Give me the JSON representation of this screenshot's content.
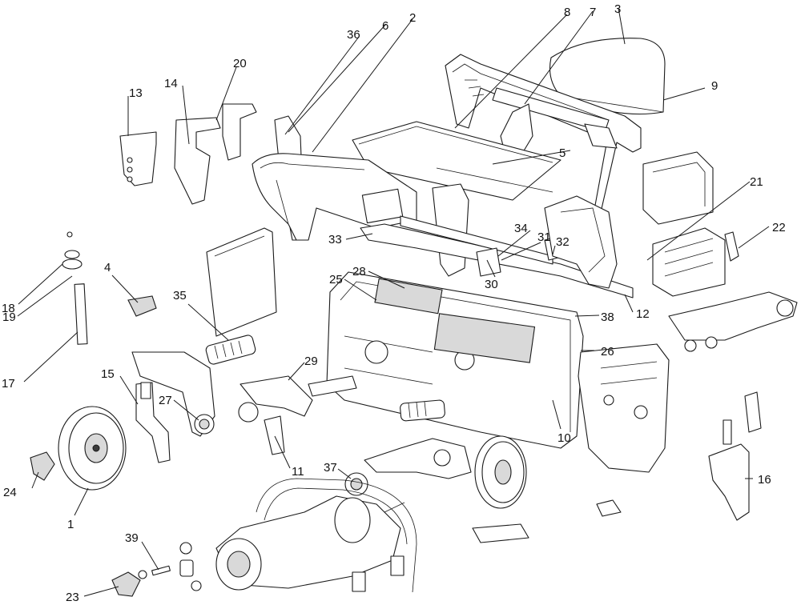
{
  "callouts": [
    {
      "id": "c1",
      "text": "1"
    },
    {
      "id": "c2",
      "text": "2"
    },
    {
      "id": "c3",
      "text": "3"
    },
    {
      "id": "c4",
      "text": "4"
    },
    {
      "id": "c5",
      "text": "5"
    },
    {
      "id": "c6",
      "text": "6"
    },
    {
      "id": "c7",
      "text": "7"
    },
    {
      "id": "c8",
      "text": "8"
    },
    {
      "id": "c9",
      "text": "9"
    },
    {
      "id": "c10",
      "text": "10"
    },
    {
      "id": "c11",
      "text": "11"
    },
    {
      "id": "c12",
      "text": "12"
    },
    {
      "id": "c13",
      "text": "13"
    },
    {
      "id": "c14",
      "text": "14"
    },
    {
      "id": "c15",
      "text": "15"
    },
    {
      "id": "c16",
      "text": "16"
    },
    {
      "id": "c17",
      "text": "17"
    },
    {
      "id": "c18",
      "text": "18"
    },
    {
      "id": "c19",
      "text": "19"
    },
    {
      "id": "c20",
      "text": "20"
    },
    {
      "id": "c21",
      "text": "21"
    },
    {
      "id": "c22",
      "text": "22"
    },
    {
      "id": "c23",
      "text": "23"
    },
    {
      "id": "c24",
      "text": "24"
    },
    {
      "id": "c25",
      "text": "25"
    },
    {
      "id": "c26",
      "text": "26"
    },
    {
      "id": "c27",
      "text": "27"
    },
    {
      "id": "c28",
      "text": "28"
    },
    {
      "id": "c29",
      "text": "29"
    },
    {
      "id": "c30",
      "text": "30"
    },
    {
      "id": "c31",
      "text": "31"
    },
    {
      "id": "c32",
      "text": "32"
    },
    {
      "id": "c33",
      "text": "33"
    },
    {
      "id": "c34",
      "text": "34"
    },
    {
      "id": "c35",
      "text": "35"
    },
    {
      "id": "c36",
      "text": "36"
    },
    {
      "id": "c37",
      "text": "37"
    },
    {
      "id": "c38",
      "text": "38"
    },
    {
      "id": "c39",
      "text": "39"
    }
  ]
}
